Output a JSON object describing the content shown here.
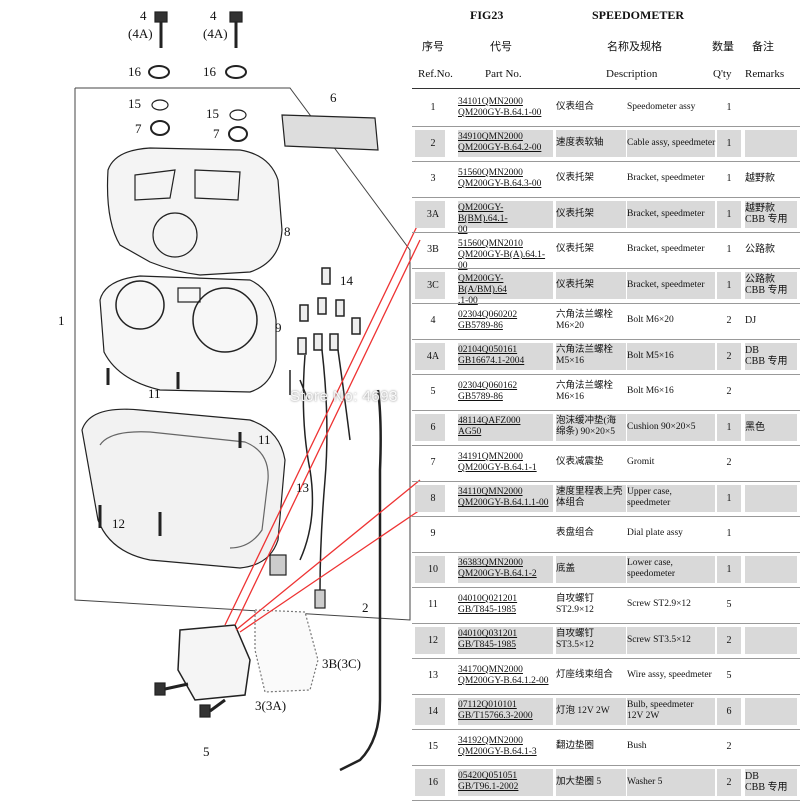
{
  "header": {
    "fig": "FIG23",
    "title": "SPEEDOMETER",
    "col_ref_cn": "序号",
    "col_pn_cn": "代号",
    "col_desc_cn": "名称及规格",
    "col_qty_cn": "数量",
    "col_rem_cn": "备注",
    "col_ref": "Ref.No.",
    "col_pn": "Part No.",
    "col_desc": "Description",
    "col_qty": "Q'ty",
    "col_rem": "Remarks"
  },
  "rows": [
    {
      "ref": "1",
      "pn": "34101QMN2000\nQM200GY-B.64.1-00",
      "cn": "仪表组合",
      "desc": "Speedometer assy",
      "qty": "1",
      "rem": ""
    },
    {
      "ref": "2",
      "pn": "34910QMN2000\nQM200GY-B.64.2-00",
      "cn": "速度表软轴",
      "desc": "Cable assy, speedmeter",
      "qty": "1",
      "rem": ""
    },
    {
      "ref": "3",
      "pn": "51560QMN2000\nQM200GY-B.64.3-00",
      "cn": "仪表托架",
      "desc": "Bracket, speedmeter",
      "qty": "1",
      "rem": "越野款"
    },
    {
      "ref": "3A",
      "pn": "QM200GY-B(BM).64.1-\n00",
      "cn": "仪表托架",
      "desc": "Bracket, speedmeter",
      "qty": "1",
      "rem": "越野款\nCBB 专用"
    },
    {
      "ref": "3B",
      "pn": "51560QMN2010\nQM200GY-B(A).64.1-00",
      "cn": "仪表托架",
      "desc": "Bracket, speedmeter",
      "qty": "1",
      "rem": "公路款"
    },
    {
      "ref": "3C",
      "pn": "QM200GY-B(A/BM).64\n.1-00",
      "cn": "仪表托架",
      "desc": "Bracket, speedmeter",
      "qty": "1",
      "rem": "公路款\nCBB 专用"
    },
    {
      "ref": "4",
      "pn": "02304Q060202\nGB5789-86",
      "cn": "六角法兰螺栓\nM6×20",
      "desc": "Bolt M6×20",
      "qty": "2",
      "rem": "DJ"
    },
    {
      "ref": "4A",
      "pn": "02104Q050161\nGB16674.1-2004",
      "cn": "六角法兰螺栓\nM5×16",
      "desc": "Bolt M5×16",
      "qty": "2",
      "rem": "DB\nCBB 专用"
    },
    {
      "ref": "5",
      "pn": "02304Q060162\nGB5789-86",
      "cn": "六角法兰螺栓\nM6×16",
      "desc": "Bolt M6×16",
      "qty": "2",
      "rem": ""
    },
    {
      "ref": "6",
      "pn": "48114QAFZ000\nAG50",
      "cn": "泡沫缓冲垫(海\n绵条) 90×20×5",
      "desc": "Cushion 90×20×5",
      "qty": "1",
      "rem": "黑色"
    },
    {
      "ref": "7",
      "pn": "34191QMN2000\nQM200GY-B.64.1-1",
      "cn": "仪表减震垫",
      "desc": "Gromit",
      "qty": "2",
      "rem": ""
    },
    {
      "ref": "8",
      "pn": "34110QMN2000\nQM200GY-B.64.1.1-00",
      "cn": "速度里程表上壳\n体组合",
      "desc": "Upper case,\nspeedmeter",
      "qty": "1",
      "rem": ""
    },
    {
      "ref": "9",
      "pn": "",
      "cn": "表盘组合",
      "desc": "Dial plate assy",
      "qty": "1",
      "rem": ""
    },
    {
      "ref": "10",
      "pn": "36383QMN2000\nQM200GY-B.64.1-2",
      "cn": "底盖",
      "desc": "Lower case,\nspeedometer",
      "qty": "1",
      "rem": ""
    },
    {
      "ref": "11",
      "pn": "04010Q021201\nGB/T845-1985",
      "cn": "自攻螺钉\nST2.9×12",
      "desc": "Screw ST2.9×12",
      "qty": "5",
      "rem": ""
    },
    {
      "ref": "12",
      "pn": "04010Q031201\nGB/T845-1985",
      "cn": "自攻螺钉\nST3.5×12",
      "desc": "Screw ST3.5×12",
      "qty": "2",
      "rem": ""
    },
    {
      "ref": "13",
      "pn": "34170QMN2000\nQM200GY-B.64.1.2-00",
      "cn": "灯座线束组合",
      "desc": "Wire assy, speedmeter",
      "qty": "5",
      "rem": ""
    },
    {
      "ref": "14",
      "pn": "07112Q010101\nGB/T15766.3-2000",
      "cn": "灯泡 12V 2W",
      "desc": "Bulb, speedmeter\n12V 2W",
      "qty": "6",
      "rem": ""
    },
    {
      "ref": "15",
      "pn": "34192QMN2000\nQM200GY-B.64.1-3",
      "cn": "翻边垫圈",
      "desc": "Bush",
      "qty": "2",
      "rem": ""
    },
    {
      "ref": "16",
      "pn": "05420Q051051\nGB/T96.1-2002",
      "cn": "加大垫圈 5",
      "desc": "Washer 5",
      "qty": "2",
      "rem": "DB\nCBB 专用"
    }
  ],
  "callouts": {
    "c1": "1",
    "c2": "2",
    "c3": "3(3A)",
    "c3b": "3B(3C)",
    "c4": "4",
    "c4a": "(4A)",
    "c5": "5",
    "c6": "6",
    "c7": "7",
    "c8": "8",
    "c9": "9",
    "c11": "11",
    "c12": "12",
    "c13": "13",
    "c14": "14",
    "c15": "15",
    "c16": "16"
  },
  "watermark": "Store No: 4693"
}
